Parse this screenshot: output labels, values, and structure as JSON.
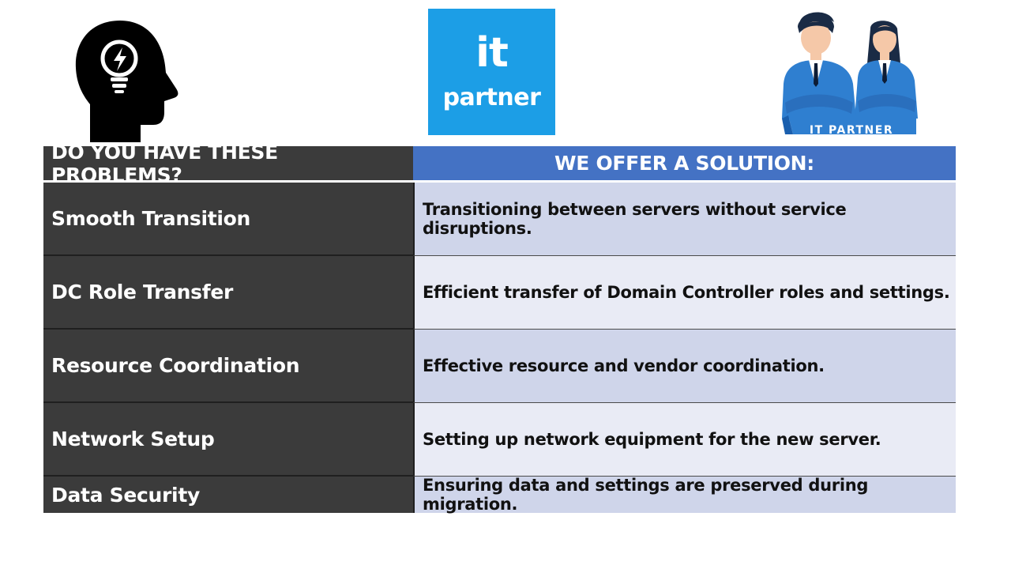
{
  "logo": {
    "line1": "it",
    "line2": "partner"
  },
  "badge": {
    "text": "IT PARTNER"
  },
  "table": {
    "header": {
      "problems": "DO YOU HAVE THESE PROBLEMS?",
      "solution": "WE OFFER A SOLUTION:"
    },
    "rows": [
      {
        "problem": "Smooth Transition",
        "solution": "Transitioning between servers without service disruptions."
      },
      {
        "problem": "DC Role Transfer",
        "solution": "Efficient transfer of Domain Controller roles and settings."
      },
      {
        "problem": "Resource Coordination",
        "solution": "Effective resource and vendor coordination."
      },
      {
        "problem": "Network Setup",
        "solution": "Setting up network equipment for the new server."
      },
      {
        "problem": "Data Security",
        "solution": "Ensuring data and settings are preserved during migration."
      }
    ]
  },
  "colors": {
    "logo_bg": "#1c9ee6",
    "header_solution_bg": "#4472c4",
    "problem_bg": "#3b3b3b",
    "row_odd_bg": "#cfd5ea",
    "row_even_bg": "#e9ebf5"
  },
  "icons": [
    "head-lightbulb-icon",
    "business-people-illustration"
  ]
}
